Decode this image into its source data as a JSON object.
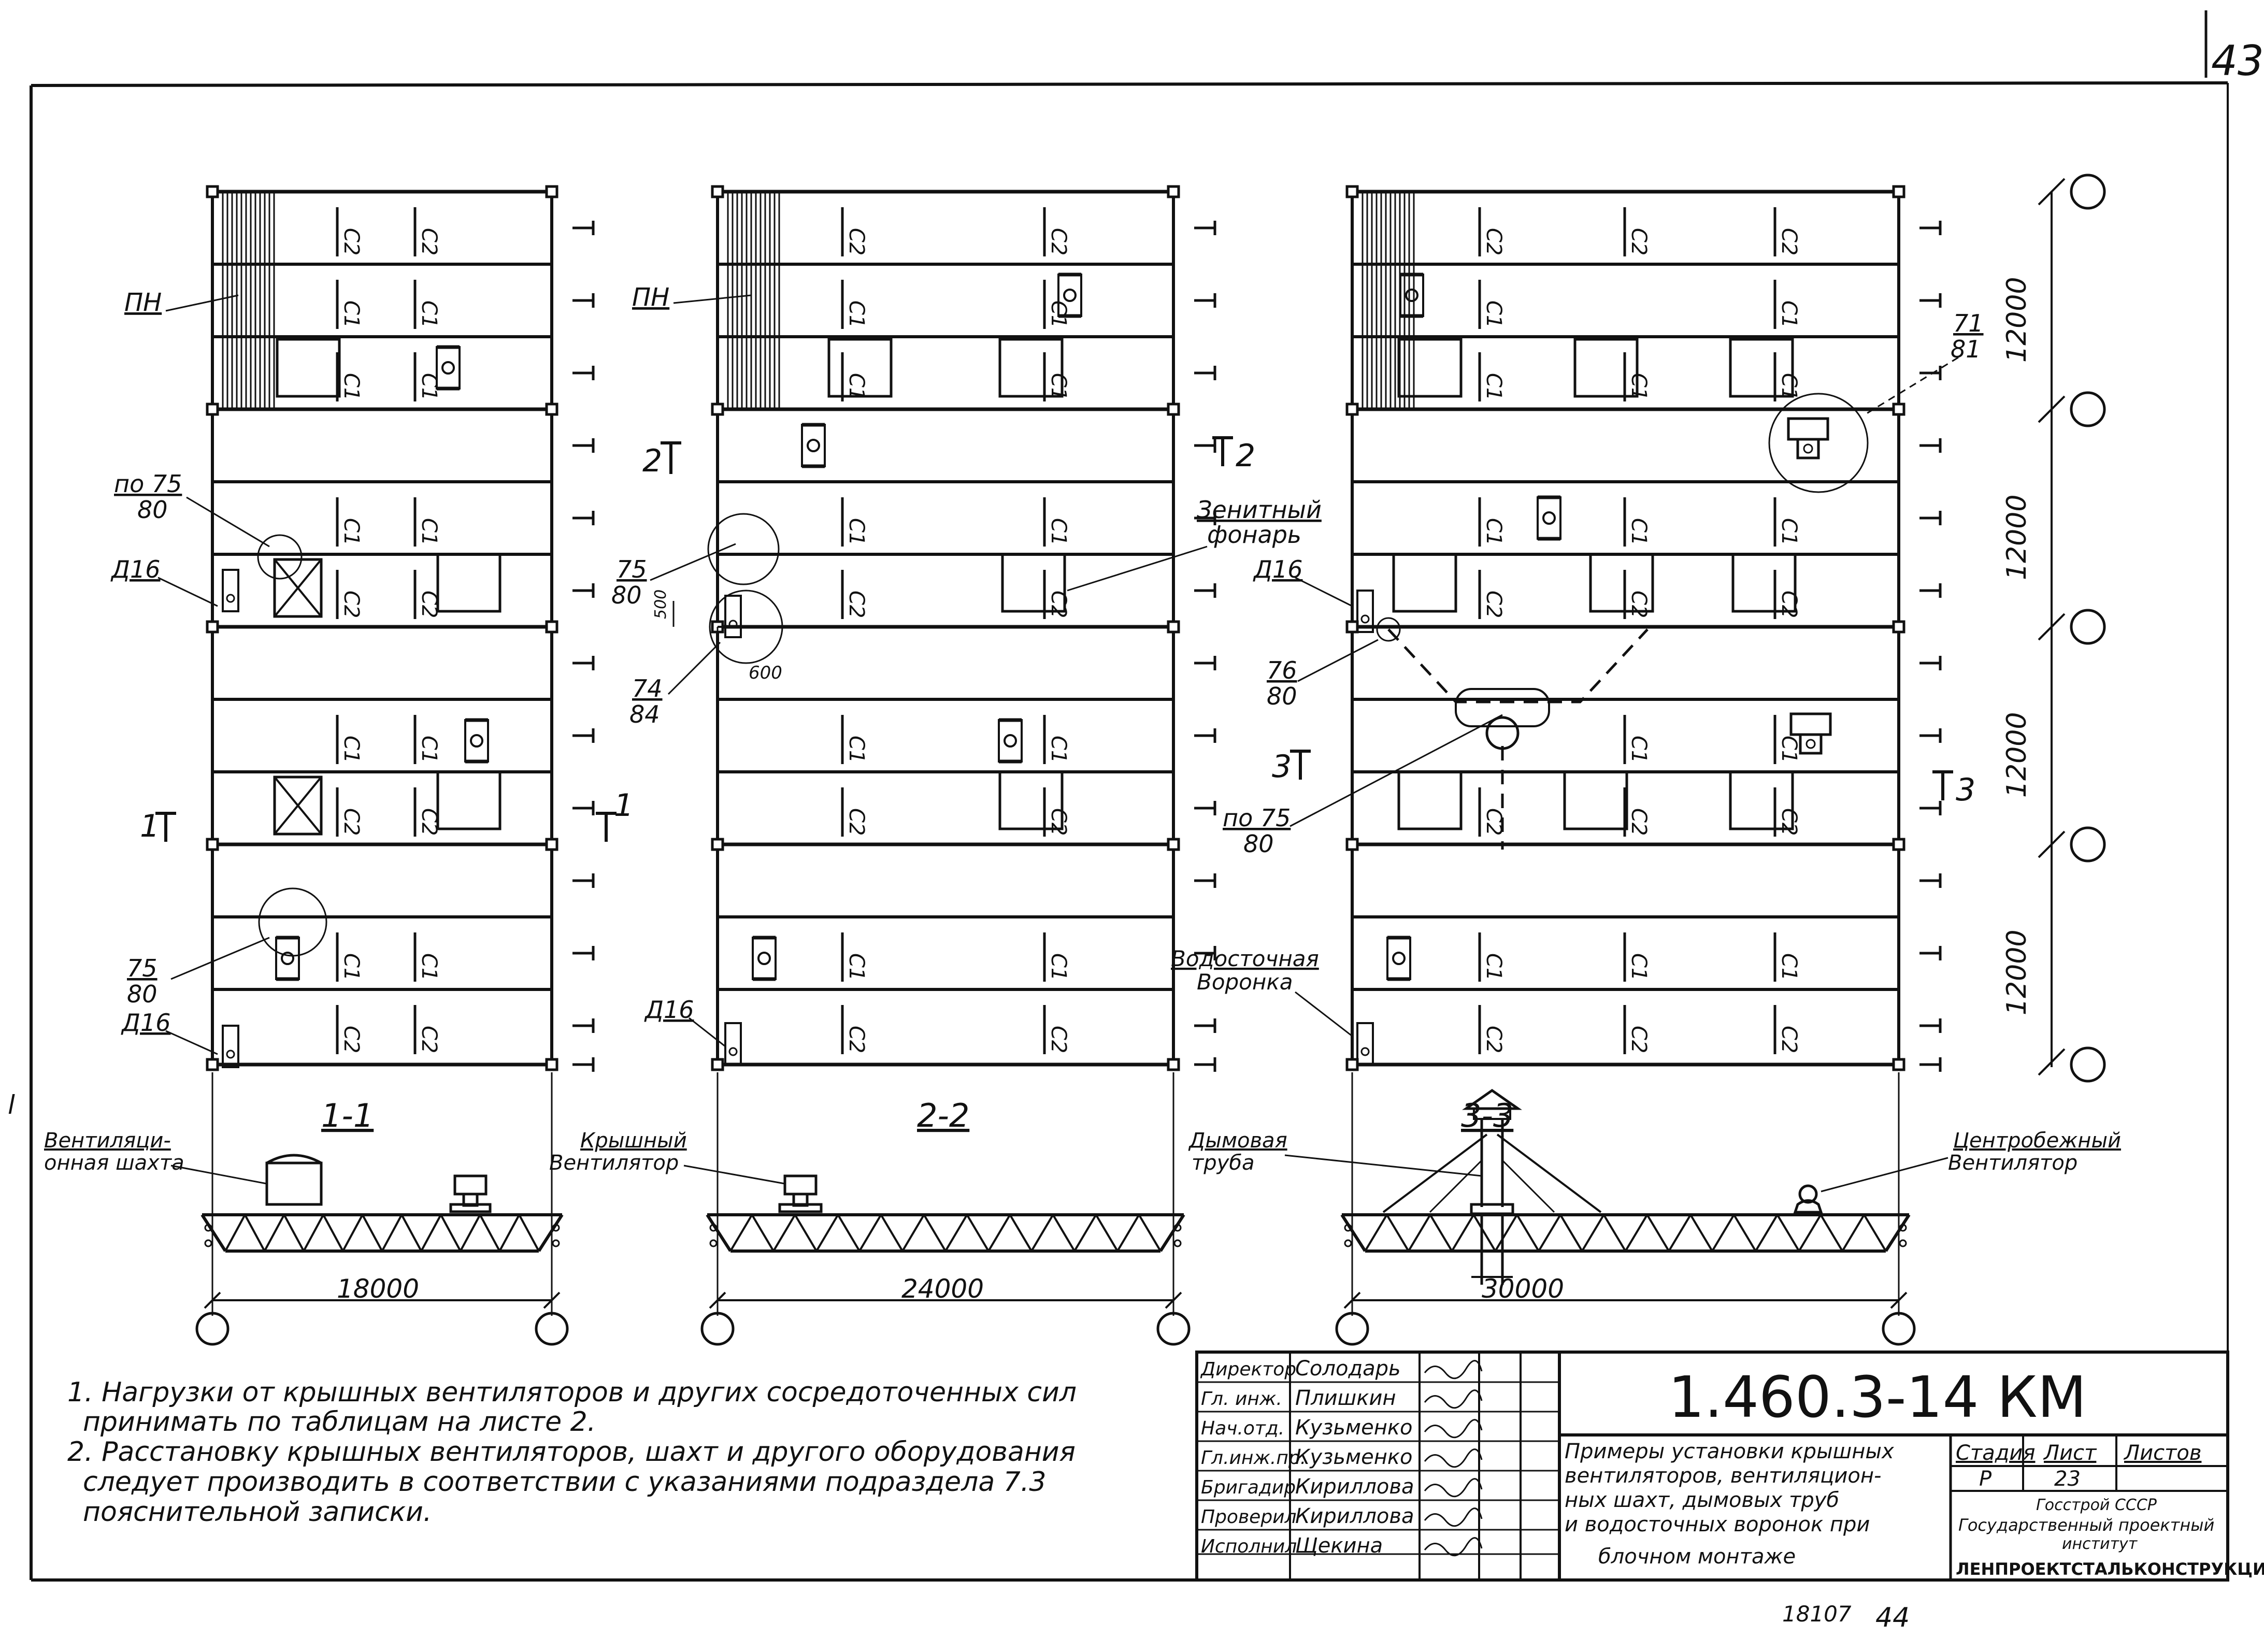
{
  "page_number": "43",
  "left_mark": "l",
  "plan": {
    "axis_labels": [
      "1",
      "1",
      "2",
      "2",
      "3",
      "3"
    ],
    "dims": [
      "12000",
      "12000",
      "12000",
      "12000"
    ],
    "slab_c1": "C1",
    "slab_c2": "C2",
    "pn": "ПН",
    "d16": "Д16",
    "zenith_lantern": [
      "Зенитный",
      "фонарь"
    ],
    "drain_funnel": [
      "Водосточная",
      "Воронка"
    ],
    "refs": {
      "r7580": [
        "75",
        "80"
      ],
      "r7484": [
        "74",
        "84"
      ],
      "r7680": [
        "76",
        "80"
      ],
      "r7181": [
        "71",
        "81"
      ],
      "po7580": [
        "по 75",
        "80"
      ]
    },
    "dim_500": "500",
    "dim_600": "600"
  },
  "sections": {
    "s11": {
      "title": "1-1",
      "span": "18000",
      "label": [
        "Вентиляци-",
        "онная шахта"
      ]
    },
    "s22": {
      "title": "2-2",
      "span": "24000",
      "label": [
        "Крышный",
        "Вентилятор"
      ]
    },
    "s33": {
      "title": "3-3",
      "span": "30000",
      "label": [
        "Дымовая",
        "труба"
      ],
      "label2": [
        "Центробежный",
        "Вентилятор"
      ]
    }
  },
  "notes": [
    "1. Нагрузки от крышных вентиляторов и других сосредоточенных сил",
    "принимать по таблицам на листе 2.",
    "2. Расстановку крышных вентиляторов, шахт и другого оборудования",
    "следует производить в соответствии с указаниями подраздела 7.3",
    "пояснительной записки."
  ],
  "title_block": {
    "code": "1.460.3-14 КМ",
    "staff": [
      {
        "role": "Директор",
        "name": "Солодарь"
      },
      {
        "role": "Гл. инж.",
        "name": "Плишкин"
      },
      {
        "role": "Нач.отд.",
        "name": "Кузьменко"
      },
      {
        "role": "Гл.инж.пр.",
        "name": "Кузьменко"
      },
      {
        "role": "Бригадир",
        "name": "Кириллова"
      },
      {
        "role": "Проверил",
        "name": "Кириллова"
      },
      {
        "role": "Исполнил",
        "name": "Щекина"
      }
    ],
    "title_lines": [
      "Примеры установки крышных",
      "вентиляторов, вентиляцион-",
      "ных шахт, дымовых труб",
      "и водосточных воронок при",
      "блочном монтаже"
    ],
    "stage_label": "Стадия",
    "sheet_label": "Лист",
    "sheets_label": "Листов",
    "stage": "Р",
    "sheet": "23",
    "org_lines": [
      "Госстрой СССР",
      "Государственный проектный",
      "институт",
      "ЛЕНПРОЕКТСТАЛЬКОНСТРУКЦИЯ"
    ]
  },
  "bottom_numbers": [
    "18107",
    "44"
  ]
}
